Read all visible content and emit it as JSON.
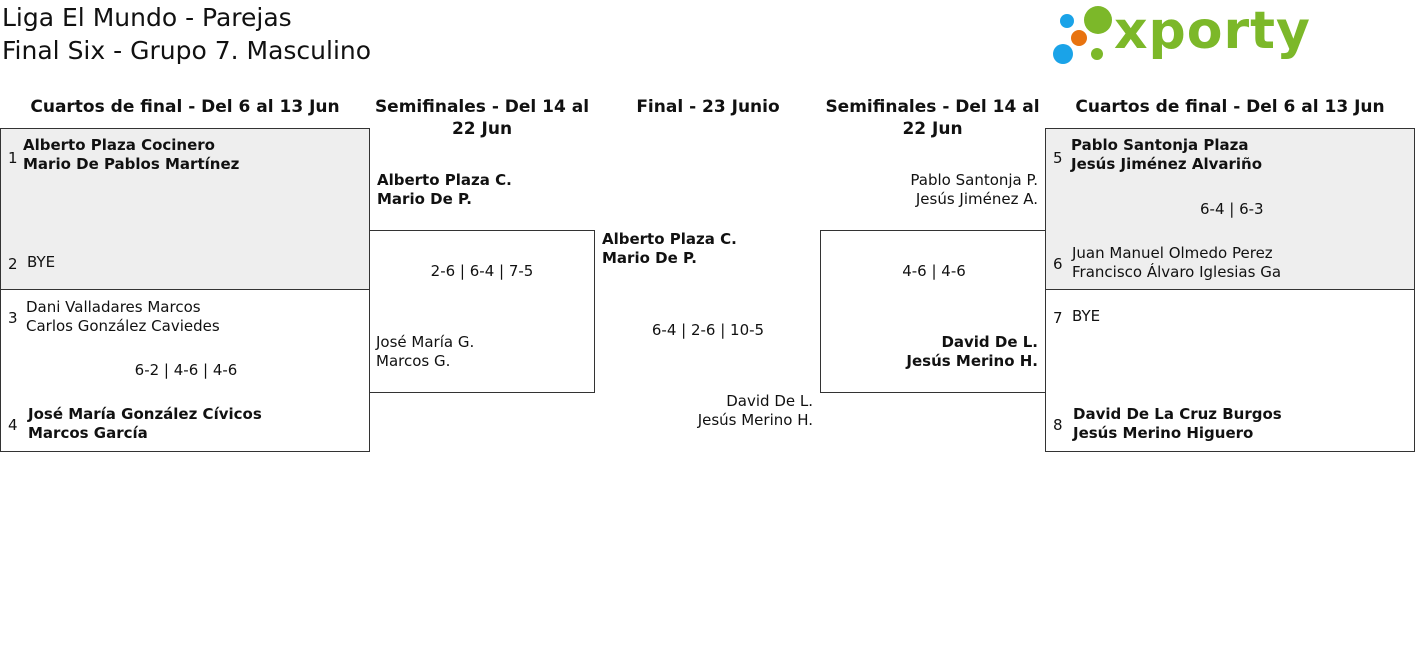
{
  "title": {
    "line1": "Liga El Mundo - Parejas",
    "line2": "Final Six - Grupo 7. Masculino"
  },
  "logo": {
    "text": "xporty",
    "colors": {
      "blue": "#1aa3e8",
      "orange": "#e8730f",
      "green": "#7cb829"
    }
  },
  "rounds": {
    "quarters_left": "Cuartos de final - Del 6 al 13 Jun",
    "semis_left": "Semifinales - Del 14 al 22 Jun",
    "final": "Final - 23 Junio",
    "semis_right": "Semifinales - Del 14 al 22 Jun",
    "quarters_right": "Cuartos de final - Del 6 al 13 Jun"
  },
  "quarters_left": [
    {
      "top": {
        "seed": "1",
        "p1": "Alberto Plaza Cocinero",
        "p2": "Mario De Pablos Martínez"
      },
      "bottom": {
        "seed": "2",
        "p1": "BYE",
        "p2": ""
      },
      "score": ""
    },
    {
      "top": {
        "seed": "3",
        "p1": "Dani Valladares Marcos",
        "p2": "Carlos González Caviedes"
      },
      "bottom": {
        "seed": "4",
        "p1": "José María González Cívicos",
        "p2": "Marcos García"
      },
      "score": "6-2 | 4-6 | 4-6"
    }
  ],
  "semis_left": {
    "top": {
      "p1": "Alberto Plaza C.",
      "p2": "Mario De P."
    },
    "bottom": {
      "p1": "José María G.",
      "p2": "Marcos G."
    },
    "score": "2-6 | 6-4 | 7-5"
  },
  "final": {
    "top": {
      "p1": "Alberto Plaza C.",
      "p2": "Mario De P."
    },
    "bottom": {
      "p1": "David De L.",
      "p2": "Jesús Merino H."
    },
    "score": "6-4 | 2-6 | 10-5"
  },
  "semis_right": {
    "top": {
      "p1": "Pablo Santonja P.",
      "p2": "Jesús Jiménez A."
    },
    "bottom": {
      "p1": "David De L.",
      "p2": "Jesús Merino H."
    },
    "score": "4-6 | 4-6"
  },
  "quarters_right": [
    {
      "top": {
        "seed": "5",
        "p1": "Pablo Santonja Plaza",
        "p2": "Jesús Jiménez Alvariño"
      },
      "bottom": {
        "seed": "6",
        "p1": "Juan Manuel Olmedo Perez",
        "p2": "Francisco Álvaro Iglesias Ga"
      },
      "score": "6-4 | 6-3"
    },
    {
      "top": {
        "seed": "7",
        "p1": "BYE",
        "p2": ""
      },
      "bottom": {
        "seed": "8",
        "p1": "David De La Cruz Burgos",
        "p2": "Jesús Merino Higuero"
      },
      "score": ""
    }
  ]
}
